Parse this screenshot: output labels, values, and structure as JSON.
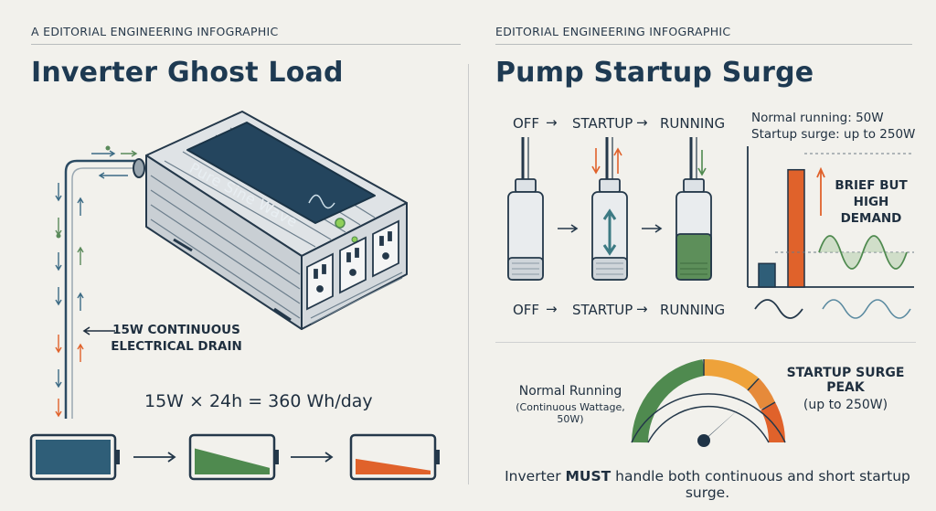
{
  "left": {
    "eyebrow": "A EDITORIAL ENGINEERING INFOGRAPHIC",
    "title": "Inverter Ghost Load",
    "inverter_label": "Pure Sine Wave",
    "drain_label_line1": "15W CONTINUOUS",
    "drain_label_line2": "ELECTRICAL DRAIN",
    "formula": "15W × 24h = 360 Wh/day",
    "battery_levels": [
      1.0,
      0.75,
      0.45
    ]
  },
  "right": {
    "eyebrow": "EDITORIAL ENGINEERING INFOGRAPHIC",
    "title": "Pump Startup Surge",
    "state_off": "OFF",
    "state_startup": "STARTUP",
    "state_running": "RUNNING",
    "normal_running_text": "Normal running: 50W",
    "startup_surge_text": "Startup surge: up to 250W",
    "brief_line1": "BRIEF BUT",
    "brief_line2": "HIGH DEMAND",
    "gauge_normal_line1": "Normal Running",
    "gauge_normal_line2": "(Continuous Wattage, 50W)",
    "gauge_peak_line1": "STARTUP SURGE PEAK",
    "gauge_peak_line2": "(up to 250W)",
    "footer_pre": "Inverter ",
    "footer_bold": "MUST",
    "footer_post": " handle both continuous and short startup surge."
  },
  "chart_data": {
    "type": "bar",
    "categories": [
      "Normal running",
      "Startup surge"
    ],
    "values": [
      50,
      250
    ],
    "ylim": [
      0,
      300
    ]
  },
  "colors": {
    "navy": "#1e3a52",
    "teal": "#2f5e78",
    "green": "#4f8a4f",
    "orange": "#e0622b",
    "amber": "#eea23a"
  }
}
